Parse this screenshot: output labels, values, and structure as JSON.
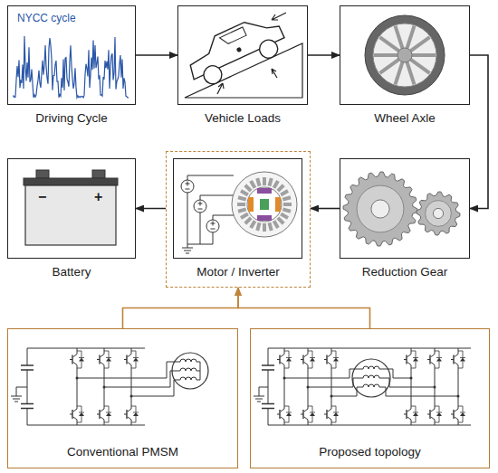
{
  "diagram": {
    "nodes": [
      {
        "text": [
          "NYCC cycle",
          "Driving Cycle"
        ]
      },
      {
        "text": [
          "Vehicle Loads"
        ]
      },
      {
        "text": [
          "Wheel Axle"
        ]
      },
      {
        "text": [
          "Reduction Gear"
        ]
      },
      {
        "text": [
          "Motor / Inverter"
        ]
      },
      {
        "text": [
          "Battery"
        ]
      },
      {
        "text": [
          "Conventional PMSM"
        ]
      },
      {
        "text": [
          "Proposed topology"
        ]
      }
    ],
    "edges": [
      {
        "from": 0,
        "to": 1,
        "arrow": "to"
      },
      {
        "from": 1,
        "to": 2,
        "arrow": "to"
      },
      {
        "from": 2,
        "to": 3,
        "arrow": "to"
      },
      {
        "from": 3,
        "to": 4,
        "arrow": "to"
      },
      {
        "from": 4,
        "to": 5,
        "arrow": "to"
      },
      {
        "from": 6,
        "to": 4,
        "arrow": "to"
      },
      {
        "from": 7,
        "to": 4,
        "arrow": "to"
      }
    ],
    "labels": [
      "−",
      "+"
    ]
  }
}
